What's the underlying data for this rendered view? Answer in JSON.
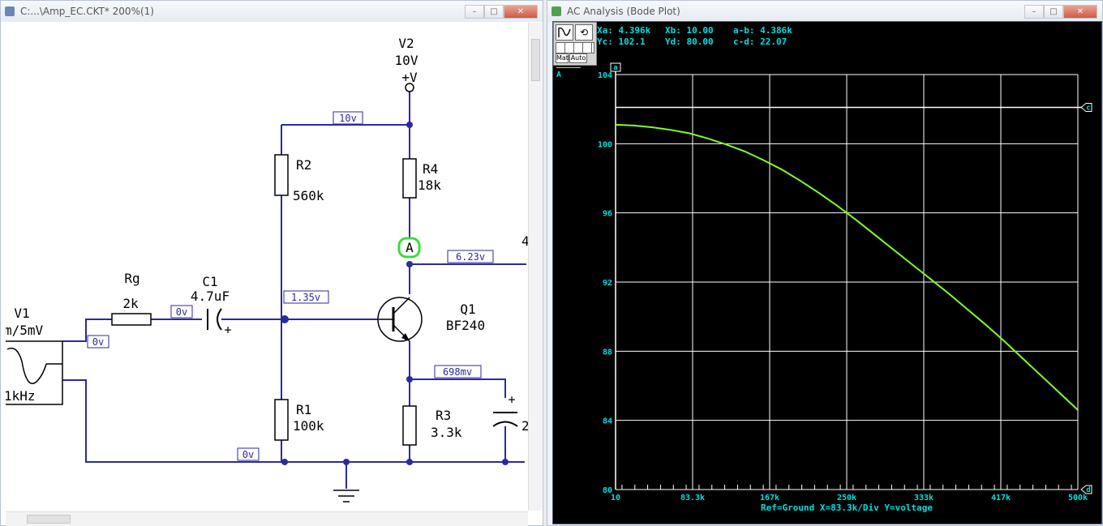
{
  "left_window": {
    "title": "C:...\\Amp_EC.CKT* 200%(1)",
    "controls": {
      "minimize": "–",
      "maximize": "□",
      "close": "✕"
    }
  },
  "schematic": {
    "v2": {
      "name": "V2",
      "value": "10V",
      "terminal": "+V"
    },
    "v1": {
      "name": "V1",
      "value": "m/5mV",
      "freq": "1kHz"
    },
    "rg": {
      "name": "Rg",
      "value": "2k"
    },
    "c1": {
      "name": "C1",
      "value": "4.7uF",
      "polarity": "+"
    },
    "r1": {
      "name": "R1",
      "value": "100k"
    },
    "r2": {
      "name": "R2",
      "value": "560k"
    },
    "r3": {
      "name": "R3",
      "value": "3.3k"
    },
    "r4": {
      "name": "R4",
      "value": "18k"
    },
    "q1": {
      "name": "Q1",
      "value": "BF240"
    },
    "probe": "A",
    "cap2_polarity": "+",
    "node_labels": {
      "n_10v": "10v",
      "n_623v": "6.23v",
      "n_135v": "1.35v",
      "n_698mv": "698mv",
      "n_0v_c1": "0v",
      "n_0v_v1": "0v",
      "n_0v_gnd": "0v"
    },
    "cut_off": {
      "right_top": "4",
      "right_mid": "2"
    }
  },
  "right_window": {
    "title": "AC Analysis (Bode Plot)",
    "controls": {
      "minimize": "–",
      "maximize": "□",
      "close": "✕"
    }
  },
  "readout": {
    "xa": "Xa: 4.396k",
    "xb": "Xb: 10.00",
    "ab": "a-b: 4.386k",
    "yc": "Yc: 102.1",
    "yd": "Yd: 80.00",
    "cd": "c-d: 22.07"
  },
  "toolbox": {
    "math": "Math",
    "auto": "Auto",
    "trace": "A"
  },
  "colors": {
    "trace": "#7fff2a",
    "grid": "#ffffff",
    "labels": "#00e0e0",
    "wire": "#2a2aa0",
    "probe": "#3ddc3d"
  },
  "chart_data": {
    "type": "line",
    "x_tick_labels": [
      "10",
      "83.3k",
      "167k",
      "250k",
      "333k",
      "417k",
      "500k"
    ],
    "y_tick_labels": [
      "104",
      "100",
      "96",
      "92",
      "88",
      "84",
      "80"
    ],
    "xlim": [
      10,
      500000
    ],
    "ylim": [
      80,
      104
    ],
    "footer": "Ref=Ground  X=83.3k/Div Y=voltage",
    "cursor_labels": {
      "a": "a",
      "c": "c",
      "d": "d"
    },
    "series": [
      {
        "x": [
          10,
          20000,
          40000,
          60000,
          80000,
          100000,
          120000,
          140000,
          160000,
          180000,
          200000,
          220000,
          240000,
          260000,
          280000,
          300000,
          320000,
          340000,
          360000,
          380000,
          400000,
          420000,
          440000,
          460000,
          480000,
          500000
        ],
        "y": [
          101.1,
          101.05,
          100.95,
          100.8,
          100.6,
          100.3,
          99.95,
          99.55,
          99.05,
          98.5,
          97.85,
          97.15,
          96.4,
          95.6,
          94.75,
          93.9,
          93.05,
          92.2,
          91.35,
          90.45,
          89.55,
          88.6,
          87.6,
          86.6,
          85.6,
          84.6
        ]
      }
    ]
  }
}
